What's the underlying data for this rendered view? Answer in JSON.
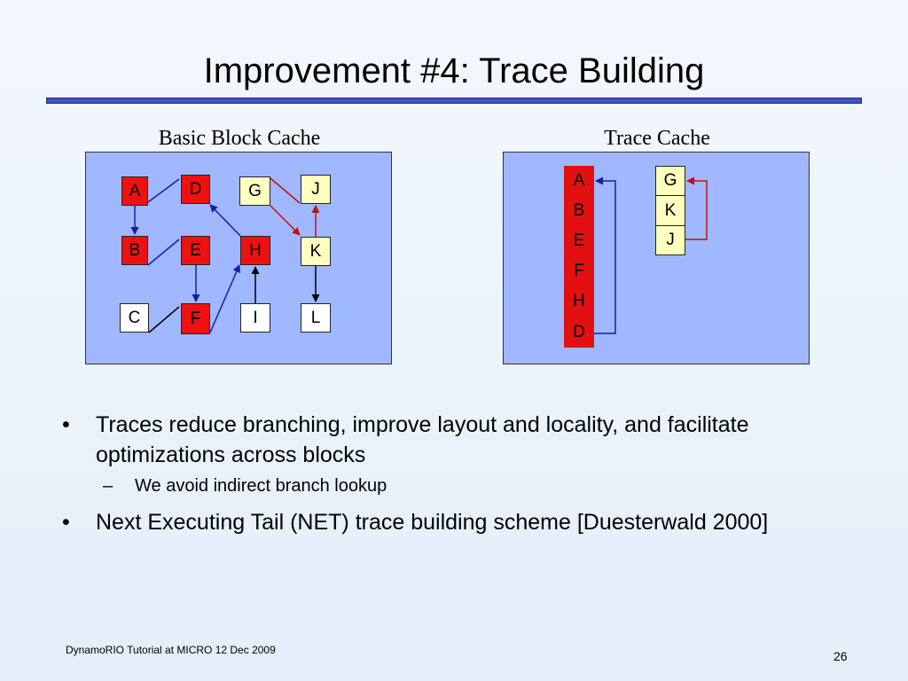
{
  "title": "Improvement #4: Trace Building",
  "left_panel": {
    "label": "Basic Block Cache",
    "blocks": [
      {
        "id": "A",
        "color": "#ee1111"
      },
      {
        "id": "D",
        "color": "#ee1111"
      },
      {
        "id": "G",
        "color": "#ffffc0"
      },
      {
        "id": "J",
        "color": "#ffffc0"
      },
      {
        "id": "B",
        "color": "#ee1111"
      },
      {
        "id": "E",
        "color": "#ee1111"
      },
      {
        "id": "H",
        "color": "#ee1111"
      },
      {
        "id": "K",
        "color": "#ffffc0"
      },
      {
        "id": "C",
        "color": "#ffffff"
      },
      {
        "id": "F",
        "color": "#ee1111"
      },
      {
        "id": "I",
        "color": "#ffffff"
      },
      {
        "id": "L",
        "color": "#ffffff"
      }
    ]
  },
  "right_panel": {
    "label": "Trace Cache",
    "trace1": [
      "A",
      "B",
      "E",
      "F",
      "H",
      "D"
    ],
    "trace2": [
      "G",
      "K",
      "J"
    ]
  },
  "bullets": {
    "b1": "Traces reduce branching, improve layout and locality, and facilitate optimizations across blocks",
    "b1_sub": "We avoid indirect branch lookup",
    "b2": "Next Executing Tail (NET) trace building scheme [Duesterwald 2000]",
    "bullet_char": "•",
    "dash_char": "–"
  },
  "footer": "DynamoRIO Tutorial at MICRO 12 Dec 2009",
  "page_number": "26",
  "colors": {
    "hot_block": "#ee1111",
    "warm_block": "#ffffc0",
    "cold_block": "#ffffff",
    "panel_bg": "#9fb8ff",
    "blue_arrow": "#1a1aa8",
    "red_arrow": "#c01010",
    "title_rule": "#3c52c8"
  }
}
